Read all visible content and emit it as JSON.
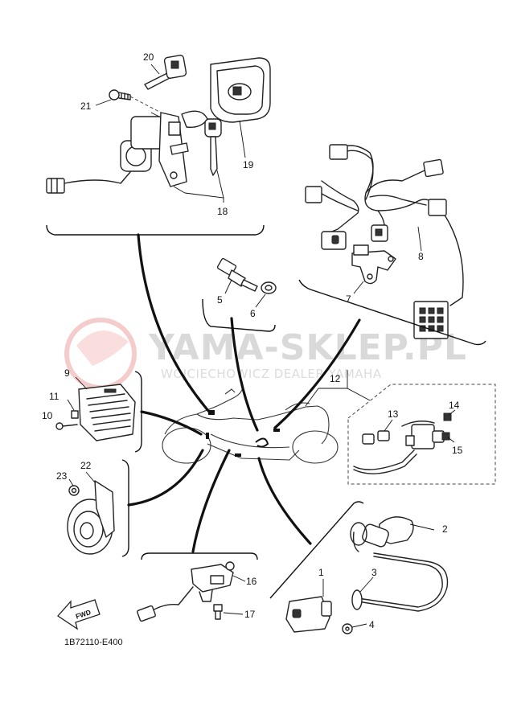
{
  "watermark": {
    "brand": "YAMA-SKLEP.PL",
    "dealer": "WOJCIECHOWICZ DEALER YAMAHA"
  },
  "diagram_code": "1B72110-E400",
  "fwd_label": "FWD",
  "parts": {
    "p1": "1",
    "p2": "2",
    "p3": "3",
    "p4": "4",
    "p5": "5",
    "p6": "6",
    "p7": "7",
    "p8": "8",
    "p9": "9",
    "p10": "10",
    "p11": "11",
    "p12": "12",
    "p13": "13",
    "p14": "14",
    "p15": "15",
    "p16": "16",
    "p17": "17",
    "p18": "18",
    "p19": "19",
    "p20": "20",
    "p21": "21",
    "p22": "22",
    "p23": "23"
  }
}
